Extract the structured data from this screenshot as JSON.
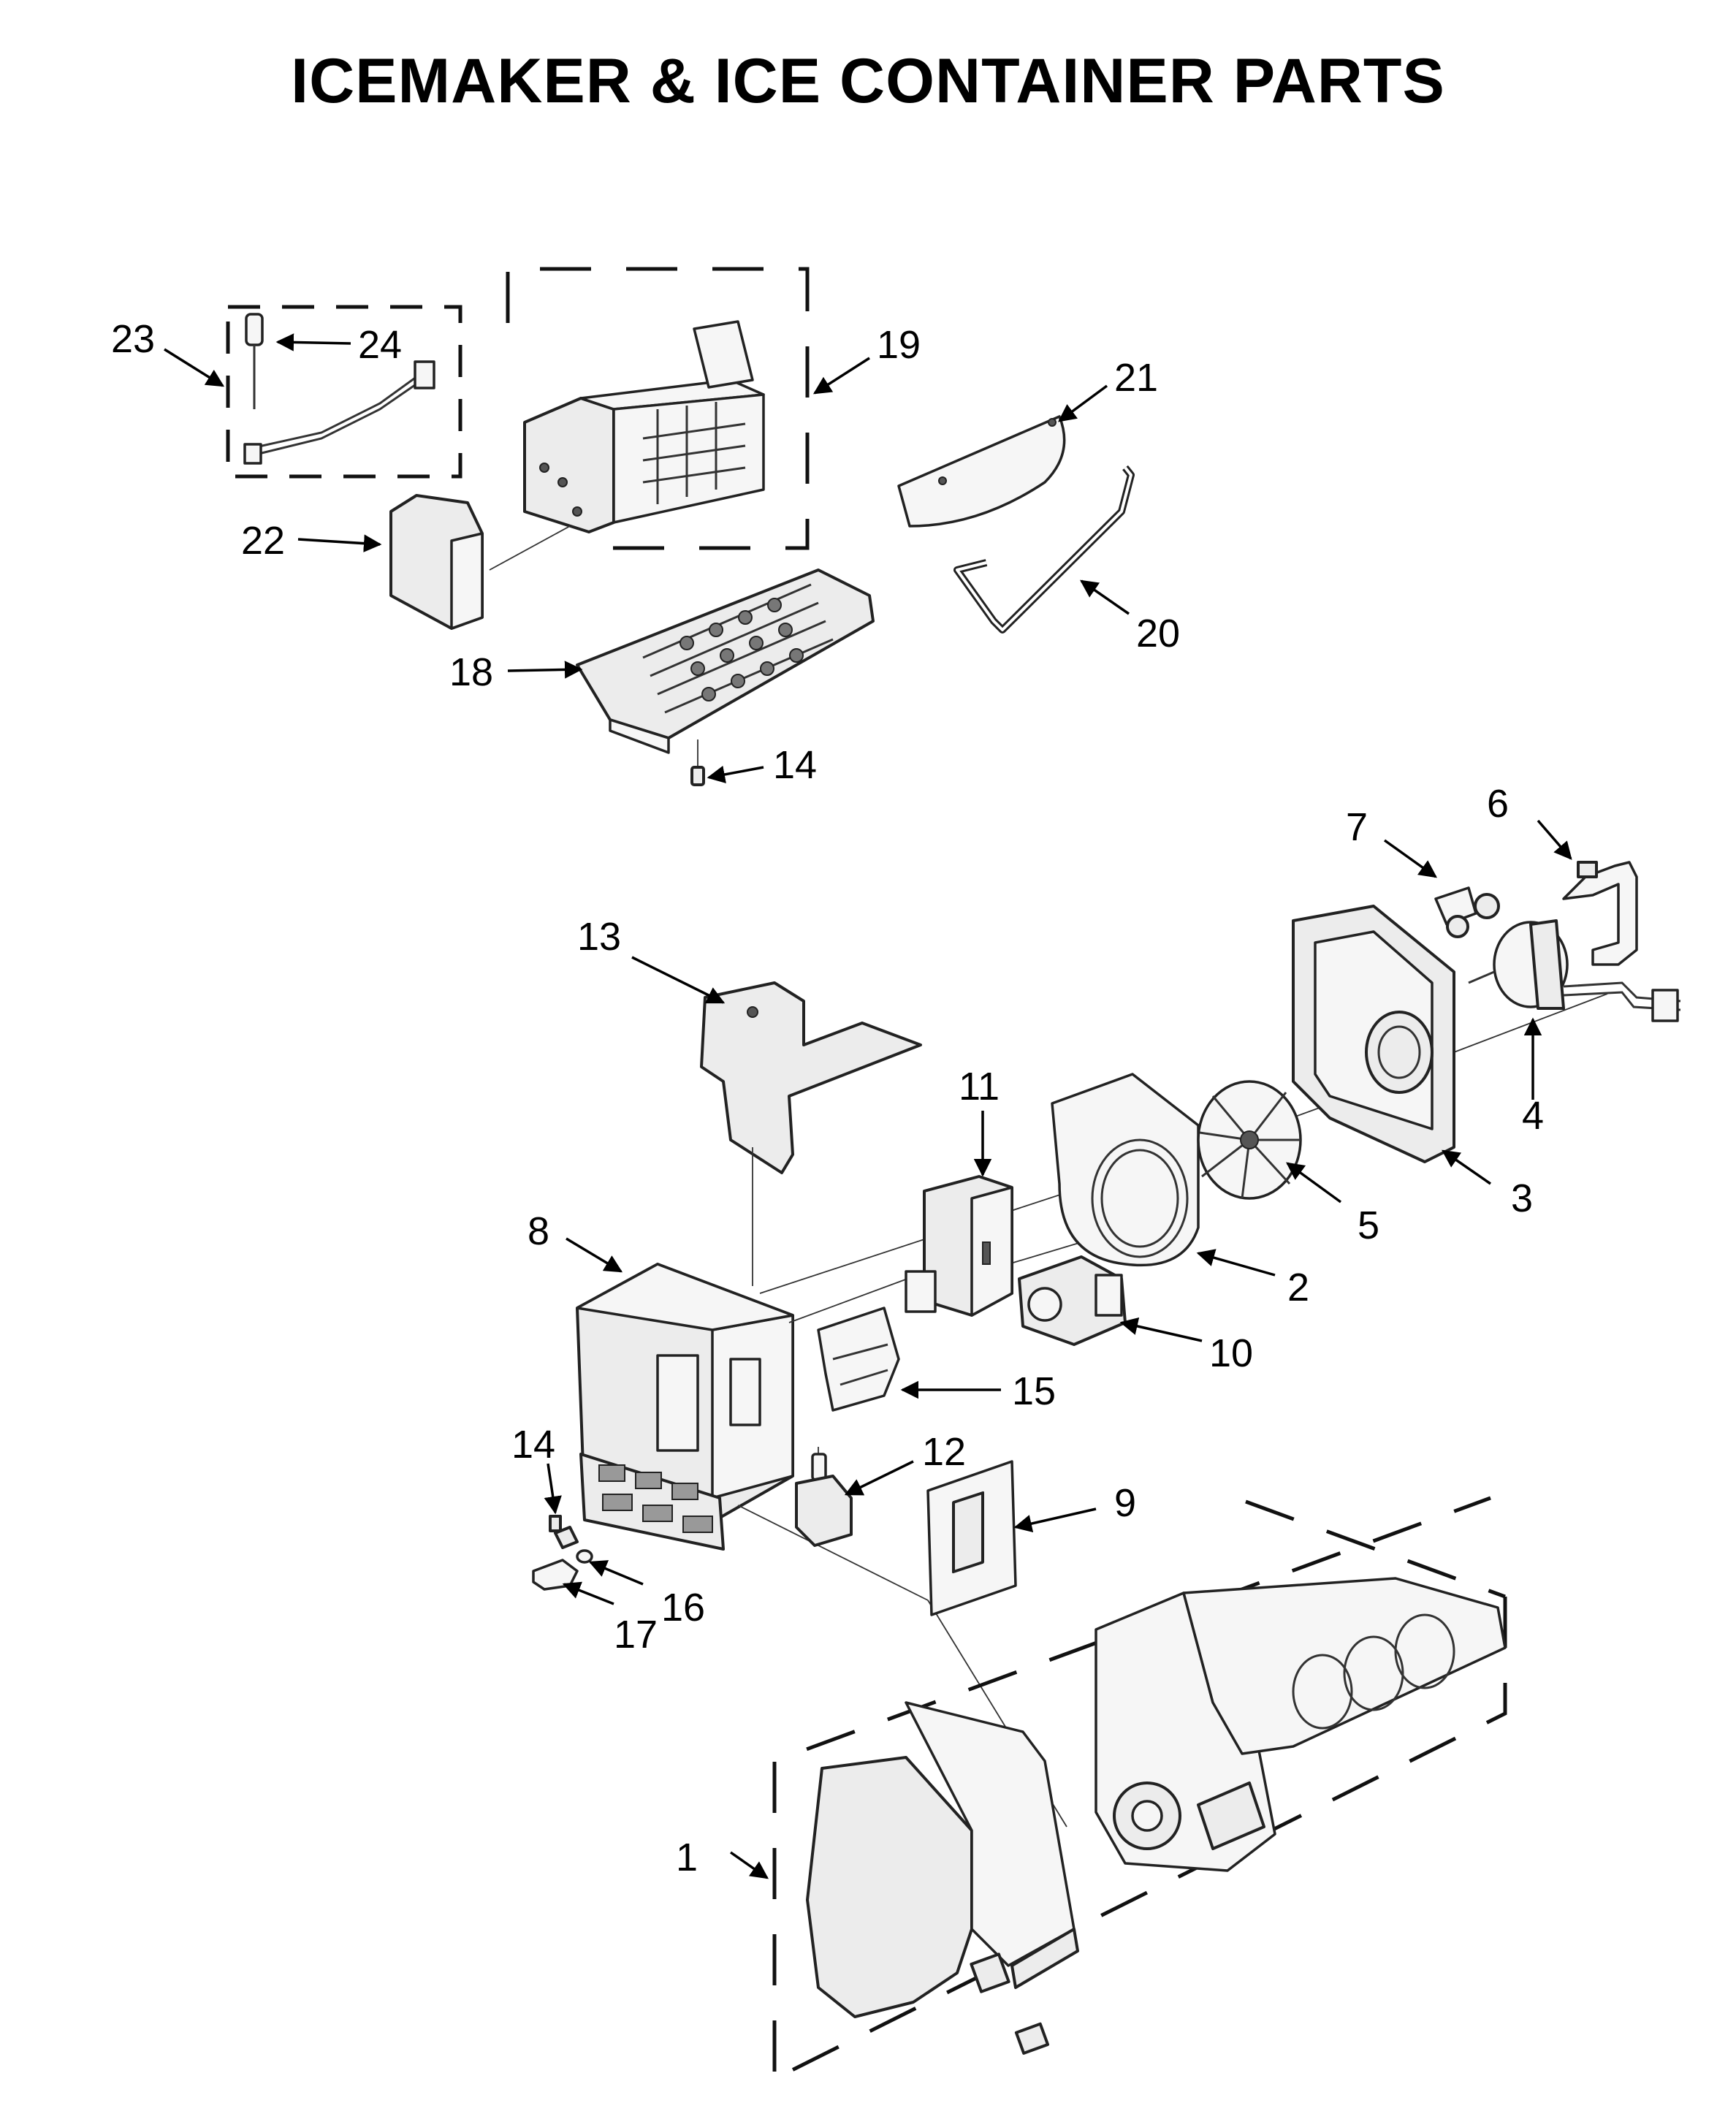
{
  "title": "ICEMAKER & ICE CONTAINER PARTS",
  "callouts": {
    "c1": "1",
    "c2": "2",
    "c3": "3",
    "c4": "4",
    "c5": "5",
    "c6": "6",
    "c7": "7",
    "c8": "8",
    "c9": "9",
    "c10": "10",
    "c11": "11",
    "c12": "12",
    "c13": "13",
    "c14a": "14",
    "c14b": "14",
    "c15": "15",
    "c16": "16",
    "c17": "17",
    "c18": "18",
    "c19": "19",
    "c20": "20",
    "c21": "21",
    "c22": "22",
    "c23": "23",
    "c24": "24"
  }
}
